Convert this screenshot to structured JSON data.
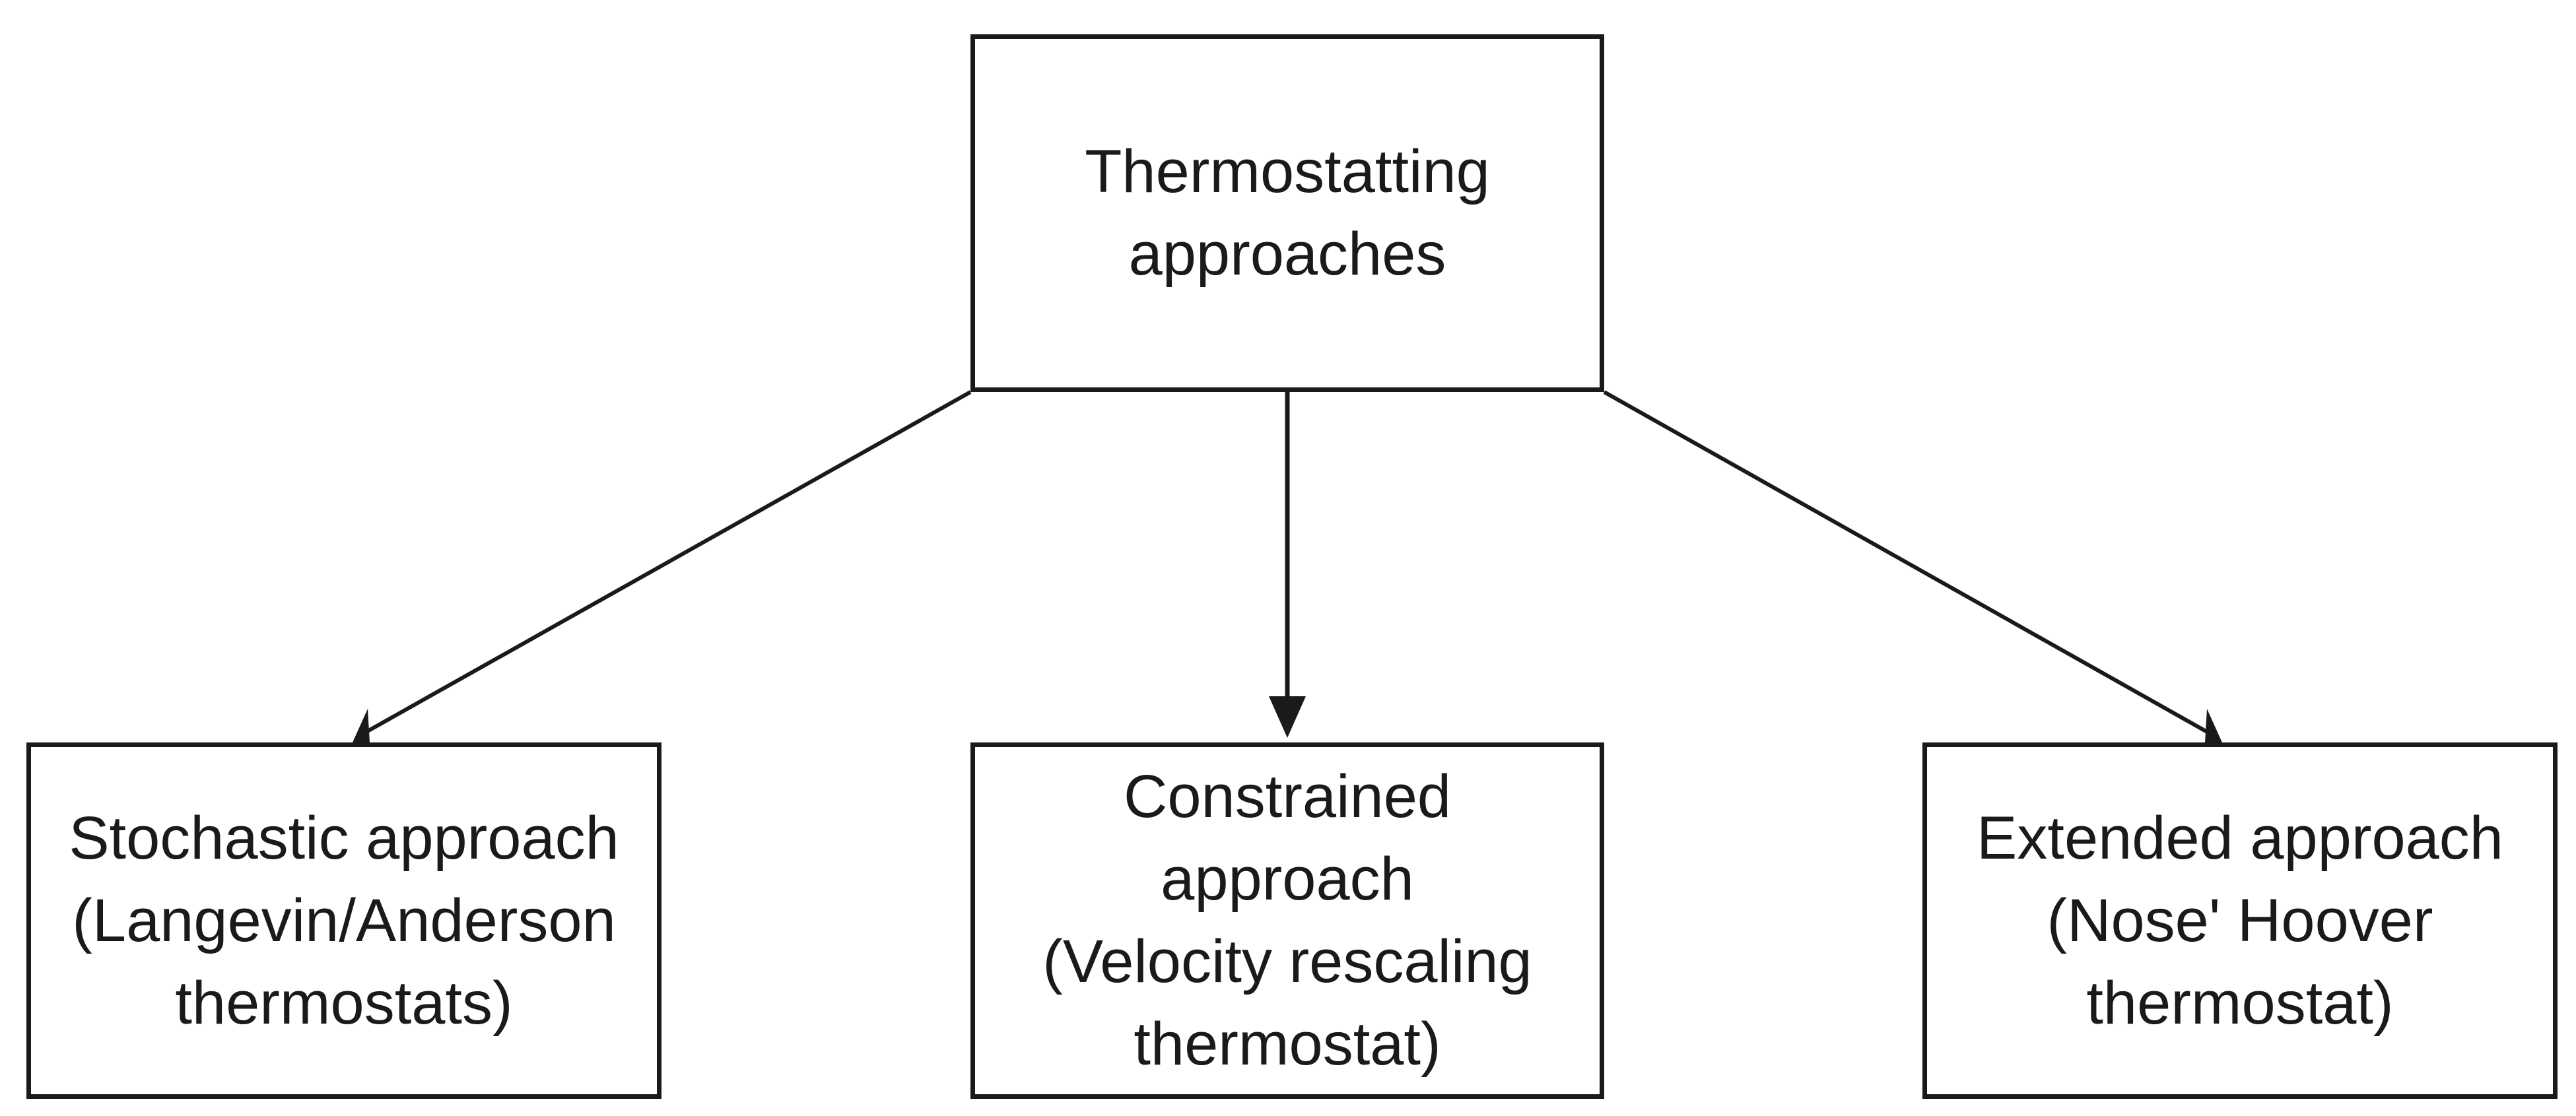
{
  "diagram": {
    "root": {
      "lines": [
        "Thermostatting",
        "approaches"
      ]
    },
    "children": [
      {
        "lines": [
          "Stochastic approach",
          "(Langevin/Anderson",
          "thermostats)"
        ]
      },
      {
        "lines": [
          "Constrained",
          "approach",
          "(Velocity rescaling",
          "thermostat)"
        ]
      },
      {
        "lines": [
          "Extended approach",
          "(Nose' Hoover",
          "thermostat)"
        ]
      }
    ]
  },
  "colors": {
    "stroke": "#1a1a1a",
    "background": "#ffffff"
  }
}
